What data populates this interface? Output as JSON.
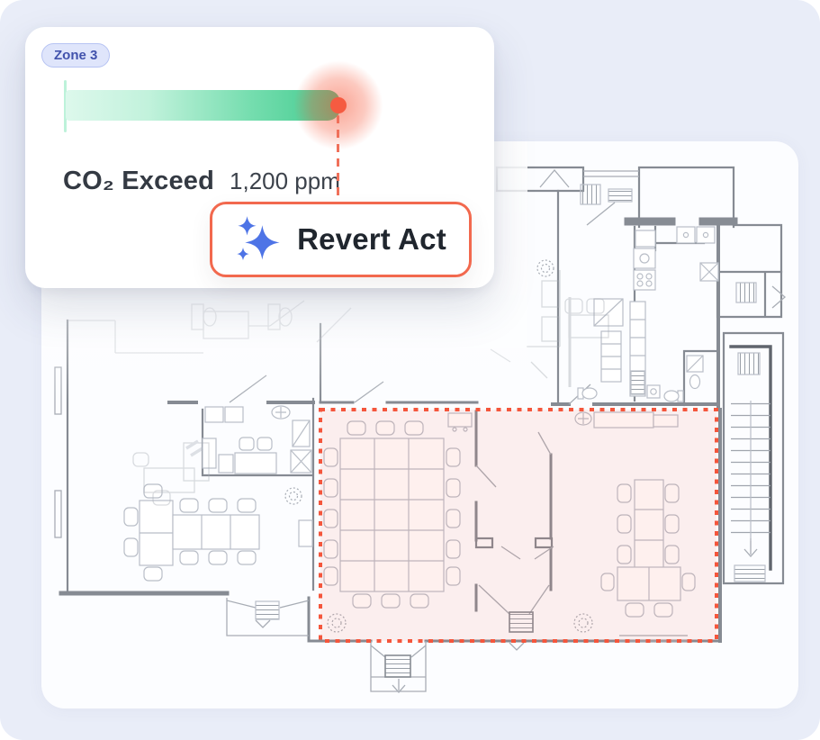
{
  "page": {
    "background_color": "#e9edf8",
    "panel_color": "#fcfdff"
  },
  "alert_card": {
    "zone_badge": "Zone 3",
    "metric_label": "CO₂ Exceed",
    "metric_value": "1,200 ppm",
    "bar": {
      "start_color": "#ddf8ec",
      "end_color": "#41ca8e",
      "alert_dot_color": "#f55b41",
      "glow_color": "#f65a3c"
    },
    "action_button": {
      "label": "Revert Act",
      "border_color": "#f2694e",
      "icon": "sparkles-icon",
      "icon_color": "#4e74e6"
    }
  },
  "floor_plan": {
    "highlight_zone": {
      "stroke_color": "#f4563c",
      "fill_color": "rgba(244,94,66,0.09)"
    }
  }
}
